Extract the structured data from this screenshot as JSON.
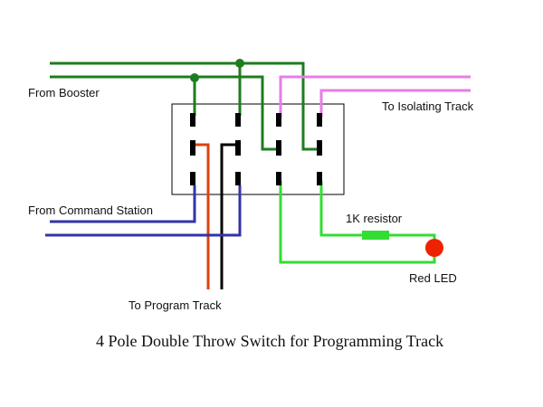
{
  "labels": {
    "from_booster": "From Booster",
    "to_isolating_track": "To Isolating Track",
    "from_command_station": "From Command Station",
    "to_program_track": "To Program Track",
    "resistor": "1K resistor",
    "led": "Red LED"
  },
  "caption": "4 Pole Double Throw Switch for Programming Track",
  "colors": {
    "booster_wire": "#1e7d1e",
    "isolating_wire": "#e67ee6",
    "command_station_wire": "#3333aa",
    "program_wire_red": "#e04010",
    "program_wire_black": "#000000",
    "led_circuit_wire": "#33dd33",
    "led": "#ee2200",
    "terminal": "#000000",
    "switch_outline": "#000000"
  },
  "switch": {
    "poles": 4,
    "throws": 2
  }
}
